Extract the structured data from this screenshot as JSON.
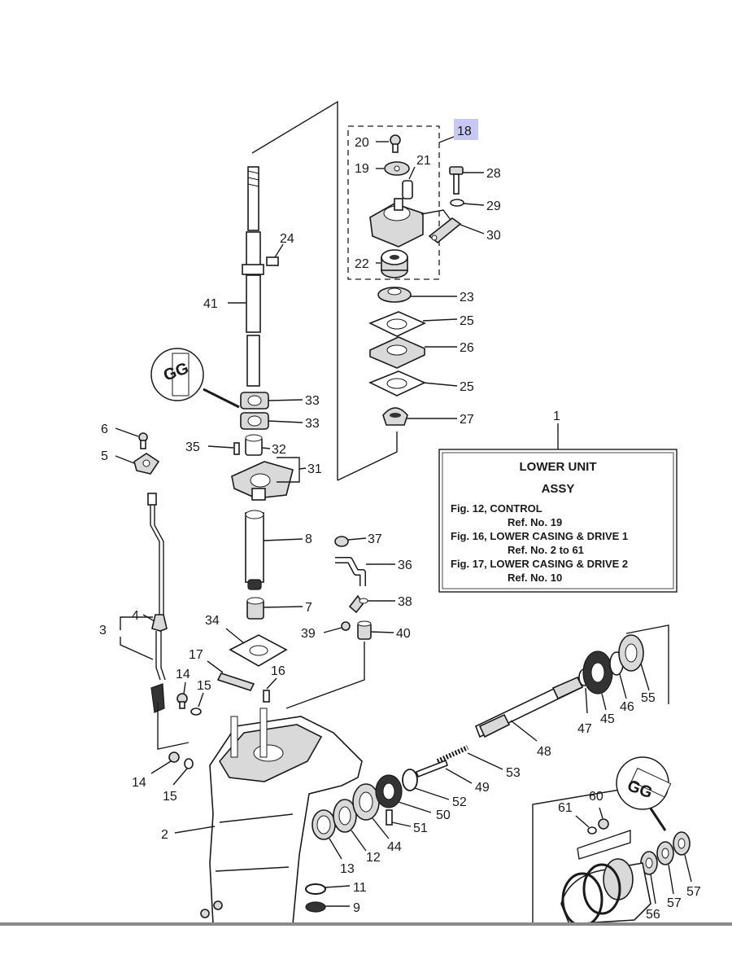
{
  "callouts": {
    "n1": "1",
    "n2": "2",
    "n3": "3",
    "n4": "4",
    "n5": "5",
    "n6": "6",
    "n7": "7",
    "n8": "8",
    "n9": "9",
    "n11": "11",
    "n12": "12",
    "n13": "13",
    "n14a": "14",
    "n14b": "14",
    "n15a": "15",
    "n15b": "15",
    "n16": "16",
    "n17": "17",
    "n18": "18",
    "n19": "19",
    "n20": "20",
    "n21": "21",
    "n22": "22",
    "n23": "23",
    "n24": "24",
    "n25a": "25",
    "n25b": "25",
    "n26": "26",
    "n27": "27",
    "n28": "28",
    "n29": "29",
    "n30": "30",
    "n31": "31",
    "n32": "32",
    "n33a": "33",
    "n33b": "33",
    "n34": "34",
    "n35": "35",
    "n36": "36",
    "n37": "37",
    "n38": "38",
    "n39": "39",
    "n40": "40",
    "n41": "41",
    "n44": "44",
    "n45": "45",
    "n46": "46",
    "n47": "47",
    "n48": "48",
    "n49": "49",
    "n50": "50",
    "n51": "51",
    "n52": "52",
    "n53": "53",
    "n55": "55",
    "n56": "56",
    "n57a": "57",
    "n57b": "57",
    "n60": "60",
    "n61": "61"
  },
  "info_box": {
    "title1": "LOWER UNIT",
    "title2": "ASSY",
    "line1": "Fig. 12, CONTROL",
    "line2": "Ref. No. 19",
    "line3": "Fig. 16, LOWER CASING & DRIVE 1",
    "line4": "Ref. No. 2 to 61",
    "line5": "Fig. 17, LOWER CASING & DRIVE 2",
    "line6": "Ref. No. 10"
  },
  "grease_badge_a": "GG",
  "grease_badge_b": "GG",
  "colors": {
    "highlight": "#c8c8f5",
    "ink": "#1a1a1a",
    "bar": "#8a8a8a"
  }
}
